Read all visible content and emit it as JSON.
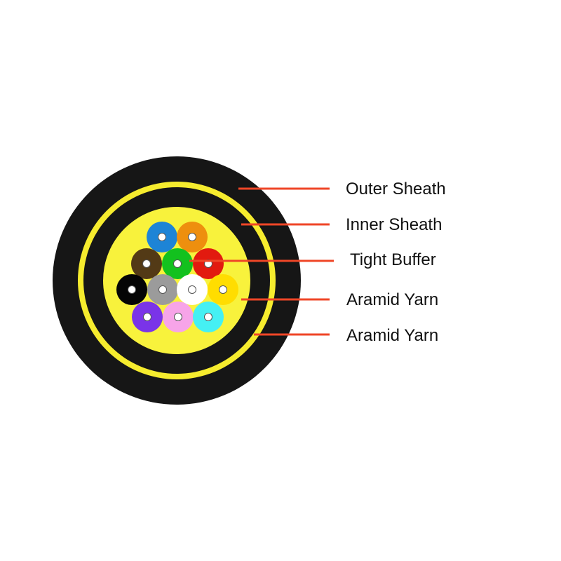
{
  "diagram": {
    "labels": [
      {
        "text": "Outer Sheath"
      },
      {
        "text": "Inner Sheath"
      },
      {
        "text": "Tight Buffer"
      },
      {
        "text": "Aramid Yarn"
      },
      {
        "text": "Aramid Yarn"
      }
    ],
    "colors": {
      "outer_sheath": "#161616",
      "yarn_ring": "#f6ec2e",
      "inner_sheath": "#161616",
      "core_yarn": "#f8f23c",
      "leader_line": "#ef4627",
      "core_dot": "#ffffff"
    },
    "fibers": [
      {
        "color": "#1d84d6",
        "name": "blue"
      },
      {
        "color": "#ee8f0e",
        "name": "orange"
      },
      {
        "color": "#533a16",
        "name": "brown"
      },
      {
        "color": "#13c11e",
        "name": "green"
      },
      {
        "color": "#e21a0f",
        "name": "red"
      },
      {
        "color": "#050505",
        "name": "black"
      },
      {
        "color": "#9b9b9b",
        "name": "gray"
      },
      {
        "color": "#ffffff",
        "name": "white"
      },
      {
        "color": "#ffdd00",
        "name": "yellow"
      },
      {
        "color": "#7a34e8",
        "name": "violet"
      },
      {
        "color": "#f7a4e8",
        "name": "pink"
      },
      {
        "color": "#45f0f3",
        "name": "aqua"
      }
    ]
  }
}
